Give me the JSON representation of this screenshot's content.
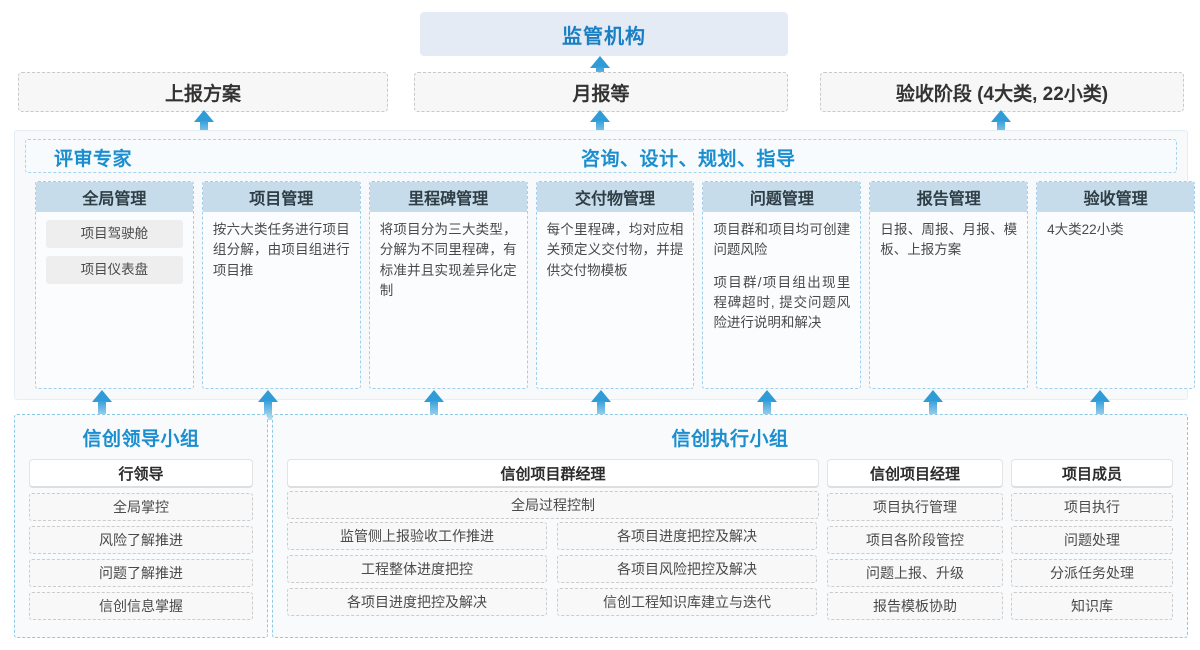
{
  "top": {
    "regulator": "监管机构",
    "report_boxes": [
      "上报方案",
      "月报等",
      "验收阶段 (4大类, 22小类)"
    ]
  },
  "middle": {
    "banner_left": "评审专家",
    "banner_right": "咨询、设计、规划、指导",
    "cards": [
      {
        "title": "全局管理",
        "pills": [
          "项目驾驶舱",
          "项目仪表盘"
        ],
        "paragraphs": []
      },
      {
        "title": "项目管理",
        "pills": [],
        "paragraphs": [
          "按六大类任务进行项目组分解，由项目组进行项目推"
        ]
      },
      {
        "title": "里程碑管理",
        "pills": [],
        "paragraphs": [
          "将项目分为三大类型，分解为不同里程碑，有标准并且实现差异化定制"
        ]
      },
      {
        "title": "交付物管理",
        "pills": [],
        "paragraphs": [
          "每个里程碑，均对应相关预定义交付物，并提供交付物模板"
        ]
      },
      {
        "title": "问题管理",
        "pills": [],
        "paragraphs": [
          "项目群和项目均可创建问题风险",
          "项目群/项目组出现里程碑超时, 提交问题风险进行说明和解决"
        ]
      },
      {
        "title": "报告管理",
        "pills": [],
        "paragraphs": [
          "日报、周报、月报、模板、上报方案"
        ]
      },
      {
        "title": "验收管理",
        "pills": [],
        "paragraphs": [
          "4大类22小类"
        ]
      }
    ]
  },
  "bottom": {
    "lead_group": {
      "title": "信创领导小组",
      "role": "行领导",
      "items": [
        "全局掌控",
        "风险了解推进",
        "问题了解推进",
        "信创信息掌握"
      ]
    },
    "exec_group": {
      "title": "信创执行小组",
      "program_manager": {
        "role": "信创项目群经理",
        "full_item": "全局过程控制",
        "left_items": [
          "监管侧上报验收工作推进",
          "工程整体进度把控",
          "各项目进度把控及解决"
        ],
        "right_items": [
          "各项目进度把控及解决",
          "各项目风险把控及解决",
          "信创工程知识库建立与迭代"
        ]
      },
      "project_manager": {
        "role": "信创项目经理",
        "items": [
          "项目执行管理",
          "项目各阶段管控",
          "问题上报、升级",
          "报告模板协助"
        ]
      },
      "project_member": {
        "role": "项目成员",
        "items": [
          "项目执行",
          "问题处理",
          "分派任务处理",
          "知识库"
        ]
      }
    }
  },
  "arrows": {
    "to_regulator": "arrow-up-icon",
    "to_report_boxes": "arrow-up-icon",
    "to_cards": "arrow-up-icon"
  },
  "colors": {
    "accent_blue": "#1b8ed0",
    "regulator_bg": "#e5ebf5",
    "card_head_bg": "#c6dcea",
    "arrow_top": "#2f9cd8",
    "arrow_bottom": "#bfe0f2"
  }
}
